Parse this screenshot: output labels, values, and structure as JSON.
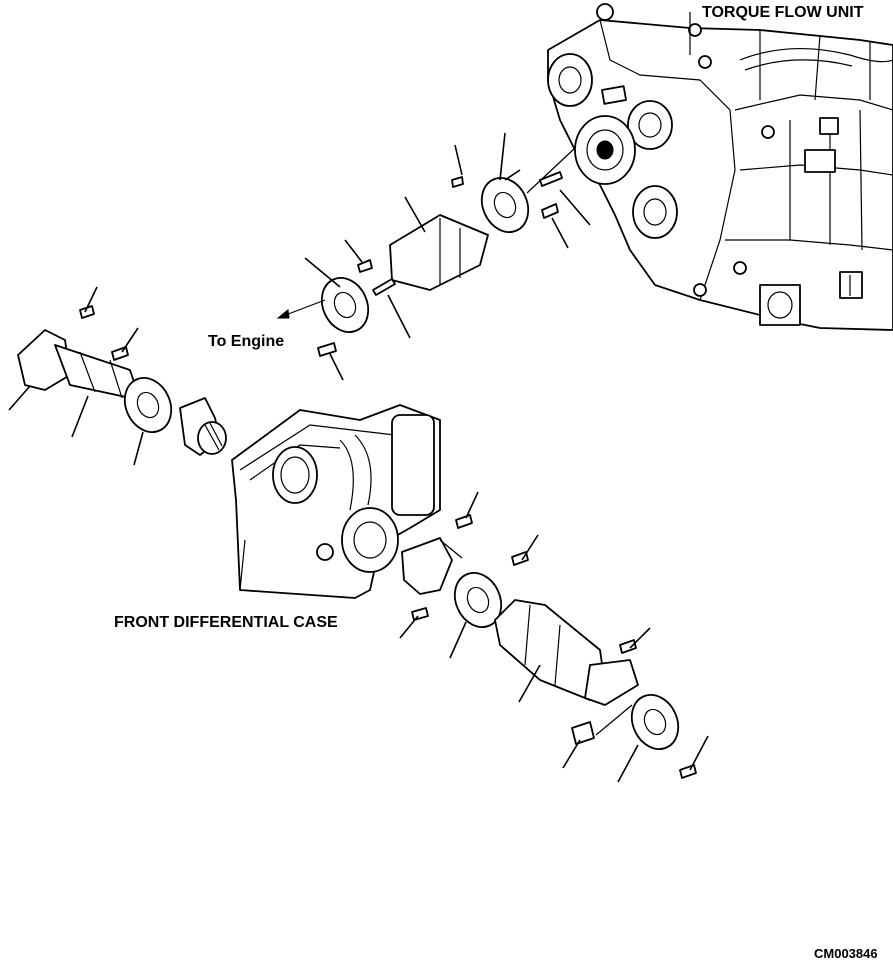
{
  "labels": {
    "torque_flow_unit": "TORQUE FLOW UNIT",
    "to_engine": "To Engine",
    "front_differential_case": "FRONT DIFFERENTIAL CASE",
    "figure_code": "CM003846"
  }
}
